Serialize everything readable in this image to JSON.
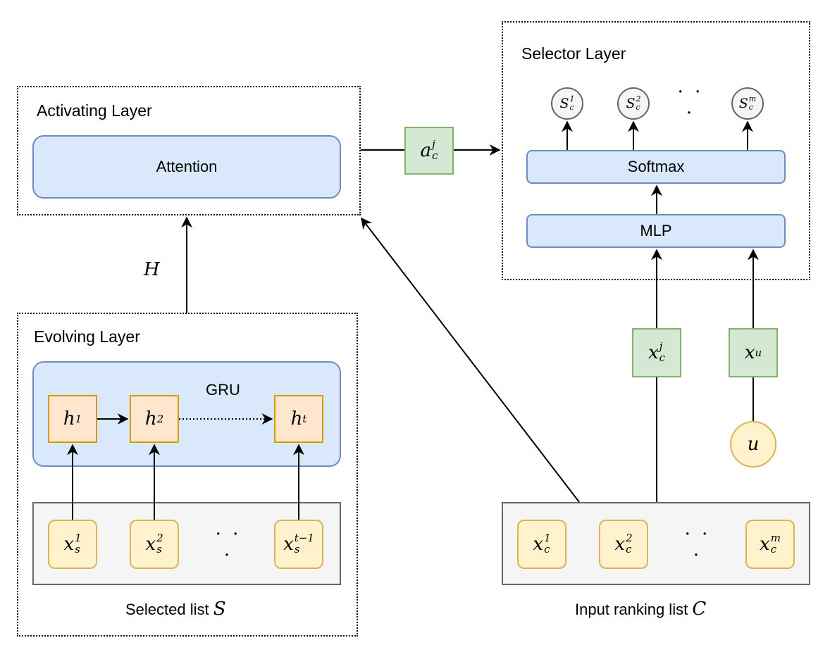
{
  "activating_layer": {
    "title": "Activating Layer",
    "attention_label": "Attention"
  },
  "selector_layer": {
    "title": "Selector Layer",
    "softmax_label": "Softmax",
    "mlp_label": "MLP",
    "outputs": [
      {
        "base": "S",
        "sub": "c",
        "sup": "1"
      },
      {
        "base": "S",
        "sub": "c",
        "sup": "2"
      },
      {
        "base": "S",
        "sub": "c",
        "sup": "m"
      }
    ],
    "ellipsis": "· · ·"
  },
  "evolving_layer": {
    "title": "Evolving Layer",
    "gru_label": "GRU",
    "hidden_states": [
      {
        "base": "h",
        "sub": "1"
      },
      {
        "base": "h",
        "sub": "2"
      },
      {
        "base": "h",
        "sub": "t"
      }
    ]
  },
  "selected_list": {
    "caption_text": "Selected list ",
    "caption_symbol": "S",
    "items": [
      {
        "base": "x",
        "sub": "s",
        "sup": "1"
      },
      {
        "base": "x",
        "sub": "s",
        "sup": "2"
      },
      {
        "base": "x",
        "sub": "s",
        "sup": "t−1"
      }
    ],
    "ellipsis": "· · ·"
  },
  "input_list": {
    "caption_text": "Input ranking list ",
    "caption_symbol": "C",
    "items": [
      {
        "base": "x",
        "sub": "c",
        "sup": "1"
      },
      {
        "base": "x",
        "sub": "c",
        "sup": "2"
      },
      {
        "base": "x",
        "sub": "c",
        "sup": "m"
      }
    ],
    "ellipsis": "· · ·"
  },
  "edge_labels": {
    "H": "H",
    "a_c_j": {
      "base": "a",
      "sub": "c",
      "sup": "j"
    },
    "x_c_j": {
      "base": "x",
      "sub": "c",
      "sup": "j"
    },
    "x_u": {
      "base": "x",
      "sub": "u"
    },
    "u": "u"
  },
  "colors": {
    "blue_fill": "#dae8fc",
    "blue_stroke": "#6c8ebf",
    "yellow_fill": "#fff2cc",
    "yellow_stroke": "#d6b656",
    "orange_fill": "#ffe6cc",
    "orange_stroke": "#d79b00",
    "green_fill": "#d5e8d4",
    "green_stroke": "#82b366",
    "grey_fill": "#f5f5f5",
    "grey_stroke": "#666666"
  }
}
